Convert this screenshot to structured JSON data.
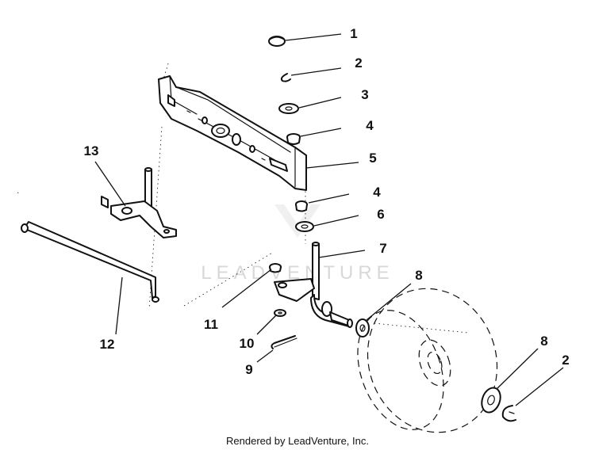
{
  "watermark": {
    "text": "LEADVENTURE"
  },
  "callouts": [
    {
      "id": "c1",
      "label": "1"
    },
    {
      "id": "c2a",
      "label": "2"
    },
    {
      "id": "c3",
      "label": "3"
    },
    {
      "id": "c4a",
      "label": "4"
    },
    {
      "id": "c5",
      "label": "5"
    },
    {
      "id": "c4b",
      "label": "4"
    },
    {
      "id": "c6",
      "label": "6"
    },
    {
      "id": "c7",
      "label": "7"
    },
    {
      "id": "c8a",
      "label": "8"
    },
    {
      "id": "c11",
      "label": "11"
    },
    {
      "id": "c10",
      "label": "10"
    },
    {
      "id": "c9",
      "label": "9"
    },
    {
      "id": "c12",
      "label": "12"
    },
    {
      "id": "c13",
      "label": "13"
    },
    {
      "id": "c8b",
      "label": "8"
    },
    {
      "id": "c2b",
      "label": "2"
    }
  ],
  "footer": {
    "text": "Rendered by LeadVenture, Inc."
  }
}
